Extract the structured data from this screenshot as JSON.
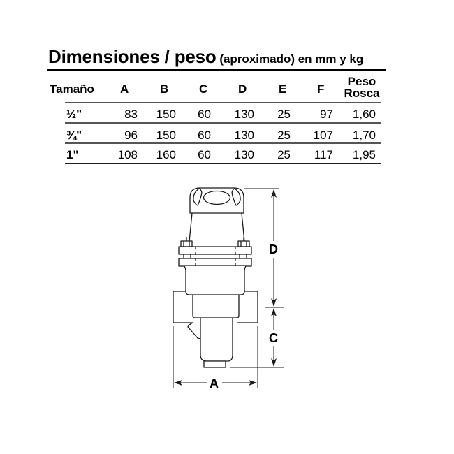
{
  "title": {
    "main": "Dimensiones / peso",
    "sub": " (aproximado) en mm y kg"
  },
  "table": {
    "headers": {
      "size": "Tamaño",
      "A": "A",
      "B": "B",
      "C": "C",
      "D": "D",
      "E": "E",
      "F": "F",
      "weight_line1": "Peso",
      "weight_line2": "Rosca"
    },
    "rows": [
      {
        "size": "½\"",
        "A": "83",
        "B": "150",
        "C": "60",
        "D": "130",
        "E": "25",
        "F": "97",
        "weight": "1,60"
      },
      {
        "size": "¾\"",
        "A": "96",
        "B": "150",
        "C": "60",
        "D": "130",
        "E": "25",
        "F": "107",
        "weight": "1,70"
      },
      {
        "size": "1\"",
        "A": "108",
        "B": "160",
        "C": "60",
        "D": "130",
        "E": "25",
        "F": "117",
        "weight": "1,95"
      }
    ]
  },
  "diagram": {
    "labels": {
      "A": "A",
      "C": "C",
      "D": "D"
    }
  }
}
